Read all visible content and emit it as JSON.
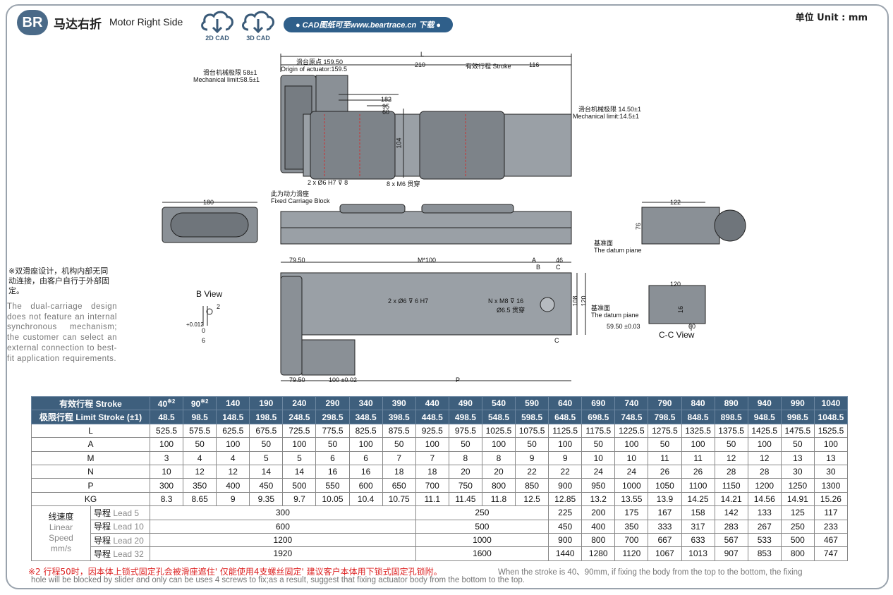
{
  "header": {
    "badge": "BR",
    "title_zh": "马达右折",
    "title_en": "Motor Right Side",
    "cad_2d": "2D CAD",
    "cad_3d": "3D CAD",
    "url_pill": "● CAD图纸可至www.beartrace.cn 下载 ●",
    "unit": "单位 Unit : mm"
  },
  "drawing_labels": {
    "L": "L",
    "origin_zh": "滑台原点 159.50",
    "origin_en": "Origin of actuator:159.5",
    "d210": "210",
    "stroke_lbl": "有效行程 Stroke",
    "d116": "116",
    "mech_left_zh": "滑台机械极限 58±1",
    "mech_left_en": "Mechanical limit:58.5±1",
    "mech_right_zh": "滑台机械极限 14.50±1",
    "mech_right_en": "Mechanical limit:14.5±1",
    "d182": "182",
    "d95": "95",
    "d60": "60",
    "d104": "104",
    "hole1": "2 x Ø6 H7 ⊽ 8",
    "hole2": "8 x M6 贯穿",
    "fixed_zh": "此为动力滑座",
    "fixed_en": "Fixed Carriage Block",
    "d180": "180",
    "d122": "122",
    "d76": "76",
    "datum_zh": "基准面",
    "datum_en": "The datum piane",
    "d7950a": "79.50",
    "m100": "M*100",
    "A": "A",
    "B": "B",
    "C": "C",
    "d46": "46",
    "hole3": "2 x Ø6 ⊽ 6 H7",
    "hole4a": "N x M8 ⊽ 16",
    "hole4b": "Ø6.5 贯穿",
    "d108": "108",
    "d120v": "120",
    "d120": "120",
    "datum2_zh": "基准面",
    "datum2_en": "The datum piane",
    "d5950": "59.50 ±0.03",
    "d60b": "60",
    "d16": "16",
    "ccview": "C-C View",
    "d7950b": "79.50",
    "d100": "100 ±0.02",
    "P": "P",
    "bview": "B View",
    "bview_2": "2",
    "bview_tol": "+0.012",
    "bview_0": "0",
    "bview_6": "6"
  },
  "notes": {
    "zh": "※双滑座设计，机构内部无同动连接，由客户自行于外部固定。",
    "en": "The dual-carriage design does not feature an internal synchronous mechanism; the customer can select an external connection to best-fit application requirements."
  },
  "table": {
    "stroke_label": "有效行程  Stroke",
    "stroke": [
      "40",
      "90",
      "140",
      "190",
      "240",
      "290",
      "340",
      "390",
      "440",
      "490",
      "540",
      "590",
      "640",
      "690",
      "740",
      "790",
      "840",
      "890",
      "940",
      "990",
      "1040"
    ],
    "stroke_sup": [
      "※2",
      "※2",
      "",
      "",
      "",
      "",
      "",
      "",
      "",
      "",
      "",
      "",
      "",
      "",
      "",
      "",
      "",
      "",
      "",
      "",
      ""
    ],
    "limit_label": "极限行程 Limit Stroke (±1)",
    "limit": [
      "48.5",
      "98.5",
      "148.5",
      "198.5",
      "248.5",
      "298.5",
      "348.5",
      "398.5",
      "448.5",
      "498.5",
      "548.5",
      "598.5",
      "648.5",
      "698.5",
      "748.5",
      "798.5",
      "848.5",
      "898.5",
      "948.5",
      "998.5",
      "1048.5"
    ],
    "rows": [
      {
        "label": "L",
        "values": [
          "525.5",
          "575.5",
          "625.5",
          "675.5",
          "725.5",
          "775.5",
          "825.5",
          "875.5",
          "925.5",
          "975.5",
          "1025.5",
          "1075.5",
          "1125.5",
          "1175.5",
          "1225.5",
          "1275.5",
          "1325.5",
          "1375.5",
          "1425.5",
          "1475.5",
          "1525.5"
        ]
      },
      {
        "label": "A",
        "values": [
          "100",
          "50",
          "100",
          "50",
          "100",
          "50",
          "100",
          "50",
          "100",
          "50",
          "100",
          "50",
          "100",
          "50",
          "100",
          "50",
          "100",
          "50",
          "100",
          "50",
          "100"
        ]
      },
      {
        "label": "M",
        "values": [
          "3",
          "4",
          "4",
          "5",
          "5",
          "6",
          "6",
          "7",
          "7",
          "8",
          "8",
          "9",
          "9",
          "10",
          "10",
          "11",
          "11",
          "12",
          "12",
          "13",
          "13"
        ]
      },
      {
        "label": "N",
        "values": [
          "10",
          "12",
          "12",
          "14",
          "14",
          "16",
          "16",
          "18",
          "18",
          "20",
          "20",
          "22",
          "22",
          "24",
          "24",
          "26",
          "26",
          "28",
          "28",
          "30",
          "30"
        ]
      },
      {
        "label": "P",
        "values": [
          "300",
          "350",
          "400",
          "450",
          "500",
          "550",
          "600",
          "650",
          "700",
          "750",
          "800",
          "850",
          "900",
          "950",
          "1000",
          "1050",
          "1100",
          "1150",
          "1200",
          "1250",
          "1300"
        ]
      },
      {
        "label": "KG",
        "values": [
          "8.3",
          "8.65",
          "9",
          "9.35",
          "9.7",
          "10.05",
          "10.4",
          "10.75",
          "11.1",
          "11.45",
          "11.8",
          "12.5",
          "12.85",
          "13.2",
          "13.55",
          "13.9",
          "14.25",
          "14.21",
          "14.56",
          "14.91",
          "15.26"
        ]
      }
    ],
    "speed_group_zh": "线速度",
    "speed_group_en1": "Linear",
    "speed_group_en2": "Speed",
    "speed_group_en3": "mm/s",
    "speed_rows": [
      {
        "lead_zh": "导程",
        "lead_en": "Lead 5",
        "span_a": "300",
        "span_b": "250",
        "tail": [
          "225",
          "200",
          "175",
          "167",
          "158",
          "142",
          "133",
          "125",
          "117"
        ]
      },
      {
        "lead_zh": "导程",
        "lead_en": "Lead 10",
        "span_a": "600",
        "span_b": "500",
        "tail": [
          "450",
          "400",
          "350",
          "333",
          "317",
          "283",
          "267",
          "250",
          "233"
        ]
      },
      {
        "lead_zh": "导程",
        "lead_en": "Lead 20",
        "span_a": "1200",
        "span_b": "1000",
        "tail": [
          "900",
          "800",
          "700",
          "667",
          "633",
          "567",
          "533",
          "500",
          "467"
        ]
      },
      {
        "lead_zh": "导程",
        "lead_en": "Lead 32",
        "span_a": "1920",
        "span_b": "1600",
        "tail": [
          "1440",
          "1280",
          "1120",
          "1067",
          "1013",
          "907",
          "853",
          "800",
          "747"
        ]
      }
    ]
  },
  "footnote": {
    "zh": "※2 行程50时，因本体上锁式固定孔会被滑座遮住' 仅能使用4支螺丝固定' 建议客户本体用下锁式固定孔锁附。",
    "en1": "When the stroke is 40、90mm, if fixing the body from the top to the bottom, the fixing",
    "en2": "hole will be blocked by slider and only can be uses 4 screws to fix;as a result, suggest that fixing actuator body from the bottom to the top."
  },
  "colors": {
    "header_bg": "#3e5f7d",
    "badge_bg": "#4a6a88",
    "pill_bg": "#2f5f8a",
    "footnote_red": "#dd2222",
    "body_gray": "#8a9096"
  }
}
